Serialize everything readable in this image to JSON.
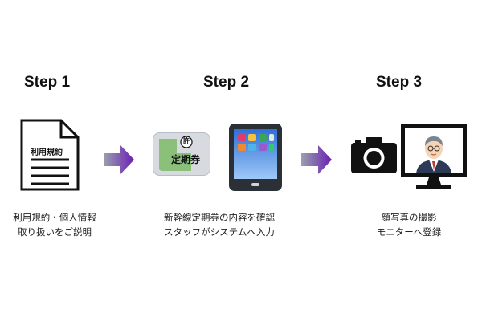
{
  "steps": [
    {
      "title": "Step 1",
      "document_label": "利用規約",
      "caption": [
        "利用規約・個人情報",
        "取り扱いをご説明"
      ]
    },
    {
      "title": "Step 2",
      "card_label": "定期券",
      "card_badge": "許",
      "caption": [
        "新幹線定期券の内容を確認",
        "スタッフがシステムへ入力"
      ]
    },
    {
      "title": "Step 3",
      "caption": [
        "顔写真の撮影",
        "モニターへ登録"
      ]
    }
  ],
  "colors": {
    "arrow_gradient_start": "#9aa0ad",
    "arrow_gradient_end": "#6a1fb6",
    "card_green": "#8ac07a",
    "card_body": "#d7dbe0",
    "tablet_screen": "#5aa0f0"
  }
}
